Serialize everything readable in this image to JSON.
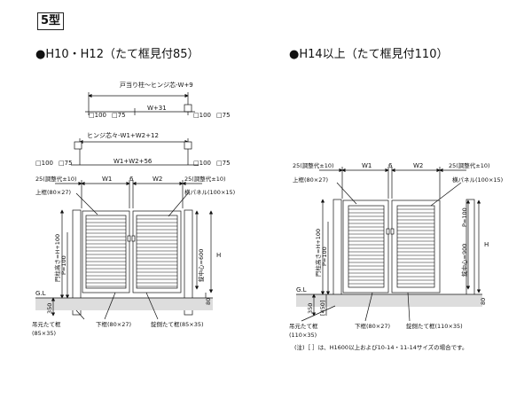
{
  "type_label": "5型",
  "left": {
    "heading": "●H10・H12（たて框見付85）",
    "top_dims": {
      "stop_post_label": "戸当り柱～ヒンジ芯-W+9",
      "post_a": "□100",
      "post_b": "□75",
      "w_plus_31": "W+31",
      "hinge_span_label": "ヒンジ芯々-W1+W2+12",
      "w_sum_56": "W1+W2+56"
    },
    "labels": {
      "adjust_left": "25(調整代±10)",
      "adjust_right": "25(調整代±10)",
      "w1": "W1",
      "gap": "6",
      "w2": "W2",
      "top_frame": "上框(80×27)",
      "panel": "横パネル(100×15)",
      "post_height": "門柱高さ=H+100",
      "p100": "P=100",
      "lock_center": "錠中心=600",
      "h": "H",
      "h80": "80",
      "gl": "G.L",
      "d350": "350",
      "hanging_frame": "吊元たて框",
      "hanging_frame_size": "(85×35)",
      "bottom_frame": "下框(80×27)",
      "lock_frame": "錠側たて框(85×35)"
    }
  },
  "right": {
    "heading": "●H14以上（たて框見付110）",
    "labels": {
      "adjust_left": "25(調整代±10)",
      "adjust_right": "25(調整代±10)",
      "w1": "W1",
      "gap": "6",
      "w2": "W2",
      "top_frame": "上框(80×27)",
      "panel": "横パネル(100×15)",
      "post_height": "門柱高さ=H+100",
      "p100": "P=100",
      "lock_center": "錠中心=900",
      "h": "H",
      "h80": "80",
      "gl": "G.L",
      "d350": "350",
      "d450": "[450]",
      "hanging_frame": "吊元たて框",
      "hanging_frame_size": "(110×35)",
      "bottom_frame": "下框(80×27)",
      "lock_frame": "錠側たて框(110×35)"
    }
  },
  "note": "(注)［ ］は、H1600以上および10-14・11-14サイズの場合です。"
}
